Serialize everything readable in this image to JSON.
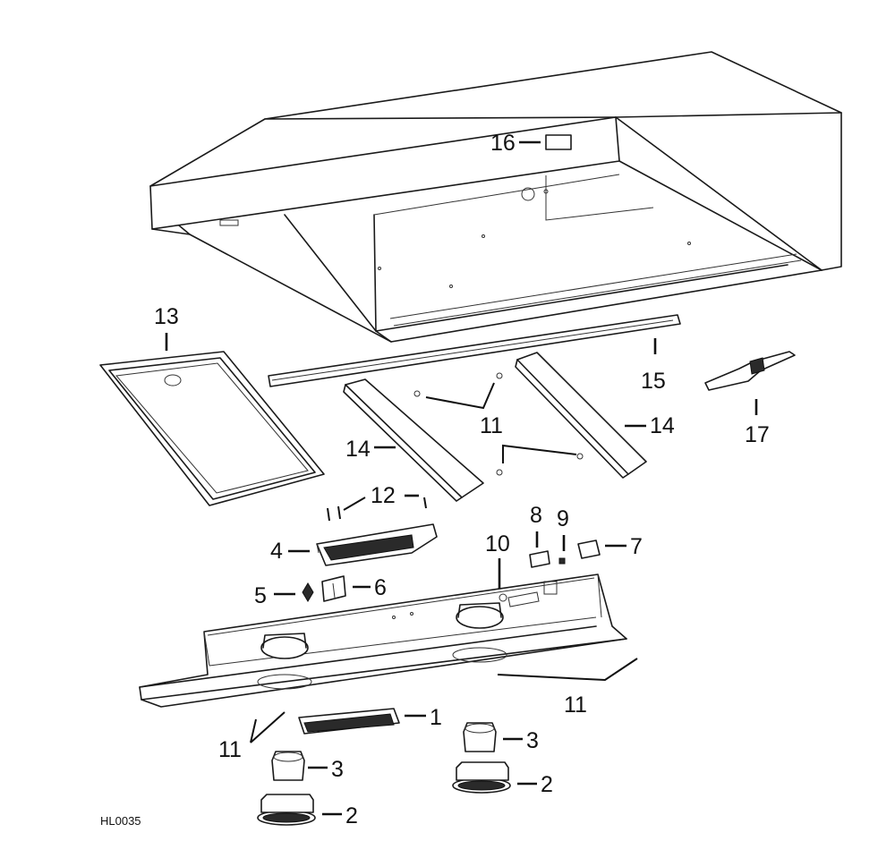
{
  "diagram": {
    "type": "exploded-parts-diagram",
    "drawing_code": "HL0035",
    "callouts": [
      {
        "id": "c16",
        "label": "16"
      },
      {
        "id": "c13",
        "label": "13"
      },
      {
        "id": "c15",
        "label": "15"
      },
      {
        "id": "c11a",
        "label": "11"
      },
      {
        "id": "c14a",
        "label": "14"
      },
      {
        "id": "c14b",
        "label": "14"
      },
      {
        "id": "c17",
        "label": "17"
      },
      {
        "id": "c12",
        "label": "12"
      },
      {
        "id": "c4",
        "label": "4"
      },
      {
        "id": "c8",
        "label": "8"
      },
      {
        "id": "c9",
        "label": "9"
      },
      {
        "id": "c10",
        "label": "10"
      },
      {
        "id": "c7",
        "label": "7"
      },
      {
        "id": "c5",
        "label": "5"
      },
      {
        "id": "c6",
        "label": "6"
      },
      {
        "id": "c11b",
        "label": "11"
      },
      {
        "id": "c1",
        "label": "1"
      },
      {
        "id": "c11c",
        "label": "11"
      },
      {
        "id": "c3a",
        "label": "3"
      },
      {
        "id": "c3b",
        "label": "3"
      },
      {
        "id": "c2a",
        "label": "2"
      },
      {
        "id": "c2b",
        "label": "2"
      }
    ]
  }
}
